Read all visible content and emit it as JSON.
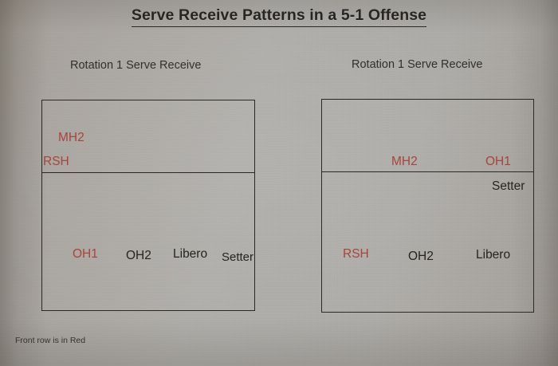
{
  "slide": {
    "title": "Serve Receive Patterns in a 5-1 Offense",
    "footnote": "Front row is in Red",
    "colors": {
      "front_row": "#a8443b",
      "back_row": "#26241f",
      "court_line": "#2b2823",
      "background": "#aaa8a4"
    }
  },
  "courts": [
    {
      "heading": "Rotation 1 Serve Receive",
      "front_row": [
        {
          "label": "MH2"
        },
        {
          "label": "RSH"
        }
      ],
      "back_row": [
        {
          "label": "OH1"
        },
        {
          "label": "OH2"
        },
        {
          "label": "Libero"
        },
        {
          "label": "Setter"
        }
      ]
    },
    {
      "heading": "Rotation 1 Serve Receive",
      "front_row": [
        {
          "label": "MH2"
        },
        {
          "label": "OH1"
        }
      ],
      "back_row": [
        {
          "label": "Setter"
        },
        {
          "label": "RSH"
        },
        {
          "label": "OH2"
        },
        {
          "label": "Libero"
        }
      ]
    }
  ]
}
